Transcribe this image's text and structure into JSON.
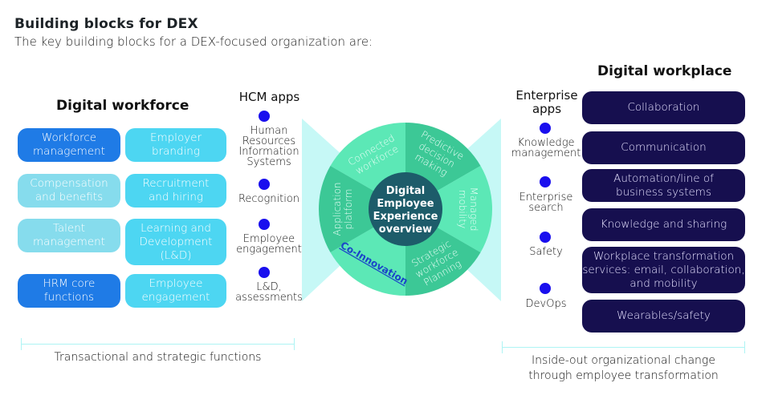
{
  "header": {
    "title": "Building blocks for DEX",
    "subtitle": "The key building blocks for a DEX-focused organization are:"
  },
  "digital_workforce": {
    "title": "Digital workforce",
    "boxes": [
      {
        "label_lines": [
          "Workforce",
          "management"
        ],
        "color": "#1f7be6"
      },
      {
        "label_lines": [
          "Employer",
          "branding"
        ],
        "color": "#4dd6f2"
      },
      {
        "label_lines": [
          "Compensation",
          "and benefits"
        ],
        "color": "#86dced"
      },
      {
        "label_lines": [
          "Recruitment",
          "and hiring"
        ],
        "color": "#4dd6f2"
      },
      {
        "label_lines": [
          "Talent",
          "management"
        ],
        "color": "#86dced"
      },
      {
        "label_lines": [
          "Learning and",
          "Development",
          "(L&D)"
        ],
        "color": "#4dd6f2"
      },
      {
        "label_lines": [
          "HRM core",
          "functions"
        ],
        "color": "#1f7be6"
      },
      {
        "label_lines": [
          "Employee",
          "engagement"
        ],
        "color": "#4dd6f2"
      }
    ],
    "caption": "Transactional and strategic functions"
  },
  "hcm_apps": {
    "title": "HCM apps",
    "items": [
      {
        "label_lines": [
          "Human",
          "Resources",
          "Information",
          "Systems"
        ]
      },
      {
        "label_lines": [
          "Recognition"
        ]
      },
      {
        "label_lines": [
          "Employee",
          "engagement"
        ]
      },
      {
        "label_lines": [
          "L&D,",
          "assessments"
        ]
      }
    ]
  },
  "wheel": {
    "center_lines": [
      "Digital",
      "Employee",
      "Experience",
      "overview"
    ],
    "segments": [
      {
        "label_lines": [
          "Connected",
          "workforce"
        ]
      },
      {
        "label_lines": [
          "Predictive",
          "decision",
          "making"
        ]
      },
      {
        "label_lines": [
          "Managed",
          "mobility"
        ]
      },
      {
        "label_lines": [
          "Strategic",
          "workforce",
          "Planning"
        ]
      },
      {
        "label_lines": [
          "Co-Innovation"
        ],
        "is_logo": true
      },
      {
        "label_lines": [
          "Application",
          "platform"
        ]
      }
    ],
    "colors": {
      "light": "#5ce8b6",
      "dark": "#3cc896",
      "center": "#1d5c6a",
      "fan": "#c6f8f6",
      "logo": "#1a44c8"
    }
  },
  "enterprise_apps": {
    "title_lines": [
      "Enterprise",
      "apps"
    ],
    "items": [
      {
        "label_lines": [
          "Knowledge",
          "management"
        ]
      },
      {
        "label_lines": [
          "Enterprise",
          "search"
        ]
      },
      {
        "label_lines": [
          "Safety"
        ]
      },
      {
        "label_lines": [
          "DevOps"
        ]
      }
    ]
  },
  "digital_workplace": {
    "title": "Digital workplace",
    "boxes": [
      {
        "label_lines": [
          "Collaboration"
        ]
      },
      {
        "label_lines": [
          "Communication"
        ]
      },
      {
        "label_lines": [
          "Automation/line of",
          "business systems"
        ]
      },
      {
        "label_lines": [
          "Knowledge and sharing"
        ]
      },
      {
        "label_lines": [
          "Workplace transformation",
          "services: email, collaboration,",
          "and mobility"
        ]
      },
      {
        "label_lines": [
          "Wearables/safety"
        ]
      }
    ],
    "caption_lines": [
      "Inside-out organizational change",
      "through employee transformation"
    ]
  }
}
